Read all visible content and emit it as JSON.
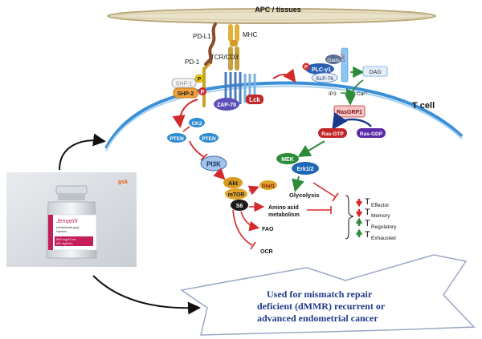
{
  "labels": {
    "apc": "APC / tissues",
    "pdl1": "PD-L1",
    "mhc": "MHC",
    "pd1": "PD-1",
    "tcr": "TCR/CD3",
    "shp1": "SHP-1",
    "shp2": "SHP-2",
    "zap70": "ZAP-70",
    "lck": "Lck",
    "plc": "PLC-γ1",
    "slp76": "SLP-76",
    "gads": "Gads",
    "lat": "LAT",
    "dag": "DAG",
    "ip3": "IP3",
    "ca": "Ca²⁺",
    "rasgrp1": "RasGRP1",
    "rasgtp": "Ras-GTP",
    "rasgdp": "Ras-GDP",
    "tcell": "T cell",
    "ck2": "CK2",
    "pten1": "PTEN",
    "pten2": "PTEN",
    "pi3k": "PI3K",
    "akt": "Akt",
    "mtor": "mTOR",
    "s6": "S6",
    "glut1": "Glut1",
    "mek": "MEK",
    "erk": "Erk1/2",
    "glycolysis": "Glycolysis",
    "amino1": "Amino acid",
    "amino2": "metabolism",
    "fao": "FAO",
    "ocr": "OCR",
    "t_main": "T",
    "effector": "Effector",
    "memory": "Memory",
    "regulatory": "Regulatory",
    "exhausted": "Exhausted",
    "p1": "P",
    "p2": "P",
    "p3": "P"
  },
  "vial": {
    "brand": "Jemperli",
    "generic": "(dostarlimab-gxly)",
    "form": "injection",
    "dose": "500 mg/10 mL",
    "conc": "(50 mg/mL)",
    "logo": "gsk"
  },
  "callout": {
    "line1": "Used for mismatch repair",
    "line2": "deficient (dMMR) recurrent or",
    "line3": "advanced endometrial cancer"
  },
  "colors": {
    "membrane": "#3a8fd6",
    "inhibit": "#d42a2a",
    "activate": "#2e8b3a",
    "callout_text": "#1f3a8a"
  }
}
